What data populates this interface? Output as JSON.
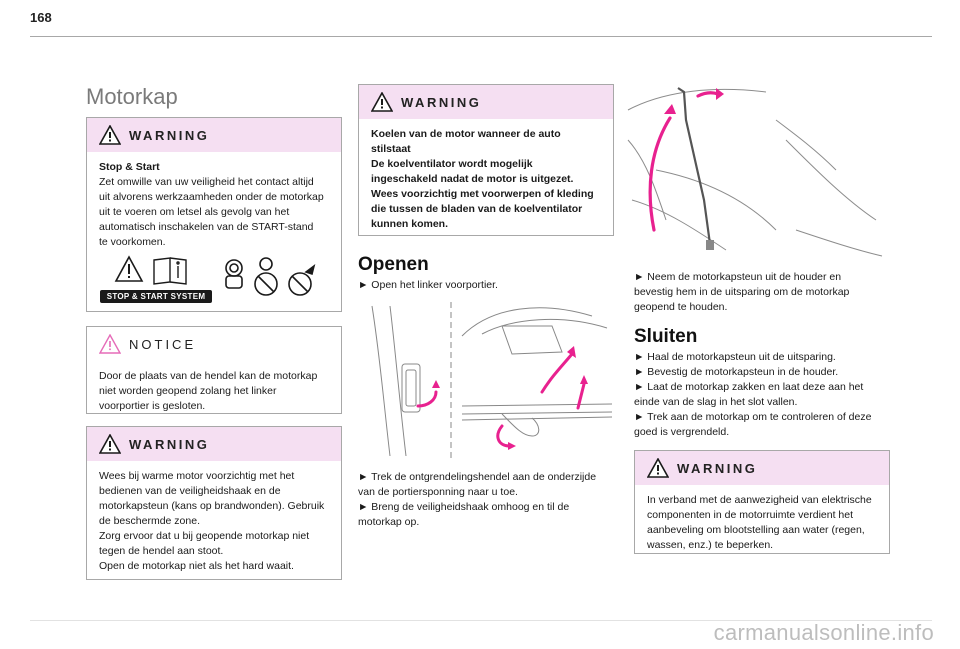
{
  "page_number": "168",
  "section_title": "Motorkap",
  "warning_1": {
    "label": "WARNING",
    "heading": "Stop & Start",
    "lines": [
      "Zet omwille van uw veiligheid het contact altijd",
      "uit alvorens werkzaamheden onder de motorkap",
      "uit te voeren om letsel als gevolg van het",
      "automatisch inschakelen van de START-stand",
      "te voorkomen."
    ],
    "badge": "STOP & START SYSTEM"
  },
  "notice_1": {
    "label": "NOTICE",
    "lines": [
      "Door de plaats van de hendel kan de motorkap",
      "niet worden geopend zolang het linker",
      "voorportier is gesloten."
    ]
  },
  "warning_2": {
    "label": "WARNING",
    "lines": [
      "Wees bij warme motor voorzichtig met het",
      "bedienen van de veiligheidshaak en de",
      "motorkapsteun (kans op brandwonden). Gebruik",
      "de beschermde zone.",
      "Zorg ervoor dat u bij geopende motorkap niet",
      "tegen de hendel aan stoot.",
      "Open de motorkap niet als het hard waait."
    ]
  },
  "warning_3": {
    "label": "WARNING",
    "lines": [
      "Koelen van de motor wanneer de auto",
      "stilstaat",
      "De koelventilator wordt mogelijk",
      "ingeschakeld nadat de motor is uitgezet.",
      "Wees voorzichtig met voorwerpen of kleding",
      "die tussen de bladen van de koelventilator",
      "kunnen komen."
    ]
  },
  "openen": {
    "heading": "Openen",
    "step1": "►  Open het linker voorportier.",
    "steps_after": [
      "►  Trek de ontgrendelingshendel aan de onderzijde",
      "van de portiersponning naar u toe.",
      "►  Breng de veiligheidshaak omhoog en til de",
      "motorkap op."
    ]
  },
  "col3_steps": [
    "►  Neem de motorkapsteun uit de houder en",
    "bevestig hem in de uitsparing om de motorkap",
    "geopend te houden."
  ],
  "sluiten": {
    "heading": "Sluiten",
    "steps": [
      "►  Haal de motorkapsteun uit de uitsparing.",
      "►  Bevestig de motorkapsteun in de houder.",
      "►  Laat de motorkap zakken en laat deze aan het",
      "einde van de slag in het slot vallen.",
      "►  Trek aan de motorkap om te controleren of deze",
      "goed is vergrendeld."
    ]
  },
  "warning_4": {
    "label": "WARNING",
    "lines": [
      "In verband met de aanwezigheid van elektrische",
      "componenten in de motorruimte verdient het",
      "aanbeveling om blootstelling aan water (regen,",
      "wassen, enz.) te beperken."
    ]
  },
  "watermark": "carmanualsonline.info",
  "colors": {
    "warning_header": "#f5dff2",
    "arrow": "#e8218f",
    "border": "#a8a8a8"
  }
}
